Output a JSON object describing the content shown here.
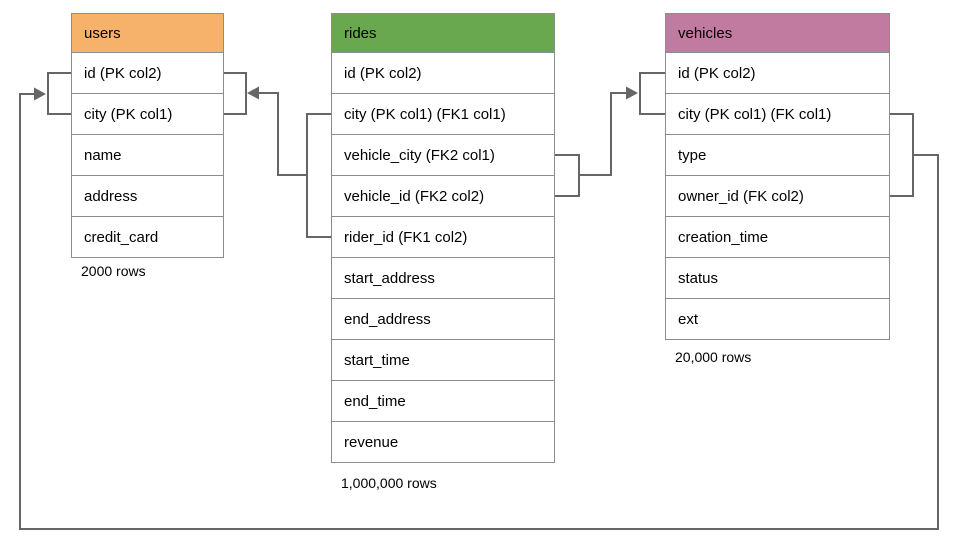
{
  "tables": {
    "users": {
      "title": "users",
      "header_color": "#F6B26B",
      "columns": [
        "id (PK col2)",
        "city (PK col1)",
        "name",
        "address",
        "credit_card"
      ],
      "row_count": "2000 rows"
    },
    "rides": {
      "title": "rides",
      "header_color": "#6AA84F",
      "columns": [
        "id (PK col2)",
        "city (PK col1) (FK1 col1)",
        "vehicle_city (FK2 col1)",
        "vehicle_id (FK2 col2)",
        "rider_id (FK1 col2)",
        "start_address",
        "end_address",
        "start_time",
        "end_time",
        "revenue"
      ],
      "row_count": "1,000,000 rows"
    },
    "vehicles": {
      "title": "vehicles",
      "header_color": "#C27BA0",
      "columns": [
        "id (PK col2)",
        "city (PK col1) (FK col1)",
        "type",
        "owner_id (FK col2)",
        "creation_time",
        "status",
        "ext"
      ],
      "row_count": "20,000 rows"
    }
  },
  "connectors": {
    "color": "#666666",
    "relationships": [
      {
        "from": "rides (FK1: city, rider_id)",
        "to": "users (PK: id, city)"
      },
      {
        "from": "rides (FK2: vehicle_city, vehicle_id)",
        "to": "vehicles (PK: id, city)"
      },
      {
        "from": "vehicles (FK: city, owner_id)",
        "to": "users (PK: id, city)"
      }
    ]
  }
}
